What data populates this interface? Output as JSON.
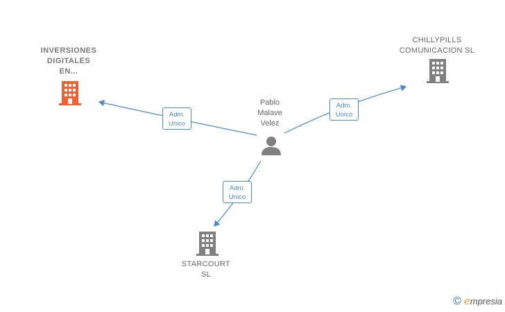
{
  "nodes": {
    "inversiones": {
      "line1": "INVERSIONES",
      "line2": "DIGITALES",
      "line3": "EN..."
    },
    "chillypills": {
      "line1": "CHILLYPILLS",
      "line2": "COMUNICACION SL"
    },
    "person": {
      "line1": "Pablo",
      "line2": "Malave",
      "line3": "Velez"
    },
    "starcourt": {
      "line1": "STARCOURT",
      "line2": "SL"
    }
  },
  "edges": {
    "to_inversiones": {
      "line1": "Adm.",
      "line2": "Unico"
    },
    "to_chillypills": {
      "line1": "Adm.",
      "line2": "Unico"
    },
    "to_starcourt": {
      "line1": "Adm.",
      "line2": "Unico"
    }
  },
  "colors": {
    "highlight_building": "#f06030",
    "building": "#808080",
    "edge": "#4a88cf"
  },
  "brand": {
    "copyright": "©",
    "e": "e",
    "rest": "mpresia"
  },
  "icons": [
    "building-icon",
    "person-icon",
    "copyright-icon"
  ]
}
